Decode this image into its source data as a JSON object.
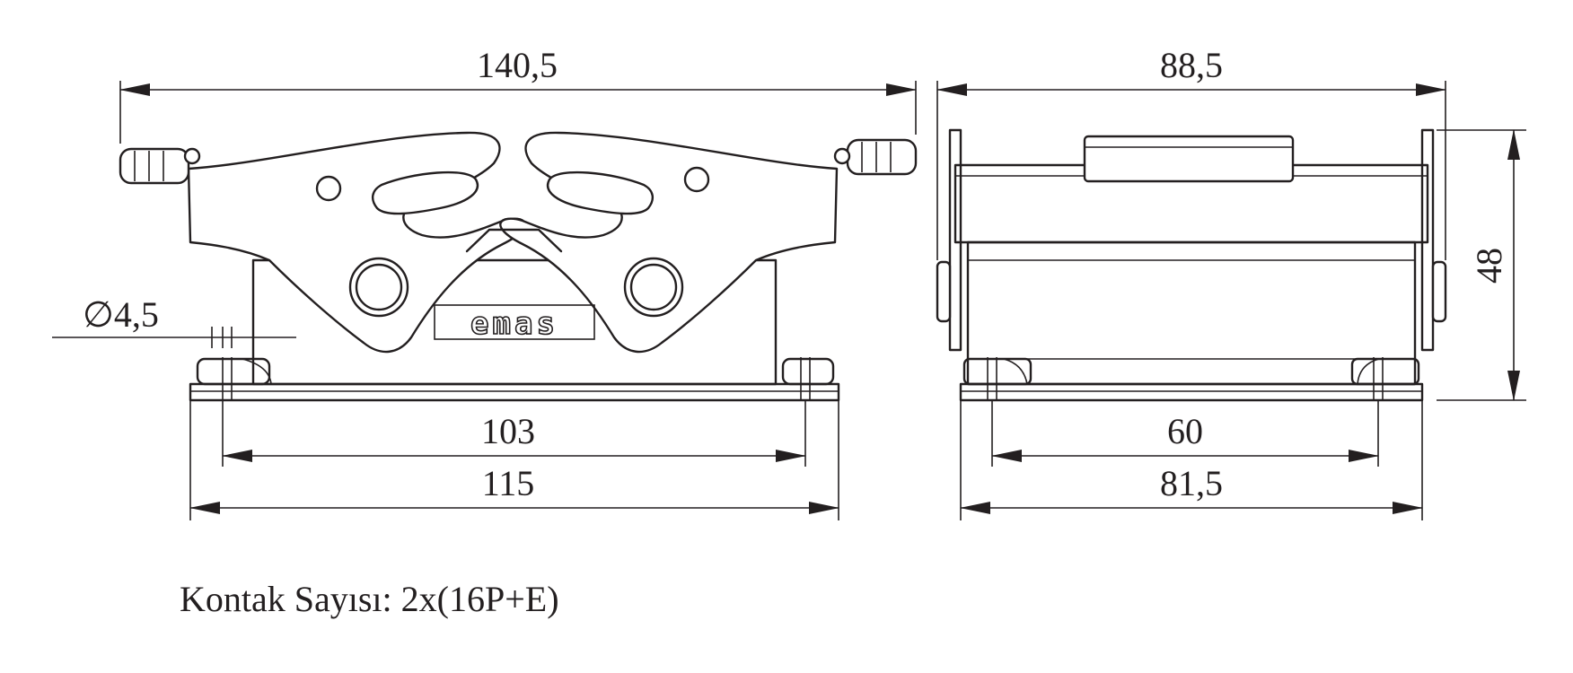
{
  "drawing": {
    "brand_mark": "emas",
    "dimensions": {
      "front_overall_width": "140,5",
      "side_overall_width": "88,5",
      "height": "48",
      "hole_diameter": "∅4,5",
      "front_hole_spacing": "103",
      "front_base_width": "115",
      "side_hole_spacing": "60",
      "side_base_width": "81,5"
    },
    "note": "Kontak Sayısı: 2x(16P+E)"
  }
}
